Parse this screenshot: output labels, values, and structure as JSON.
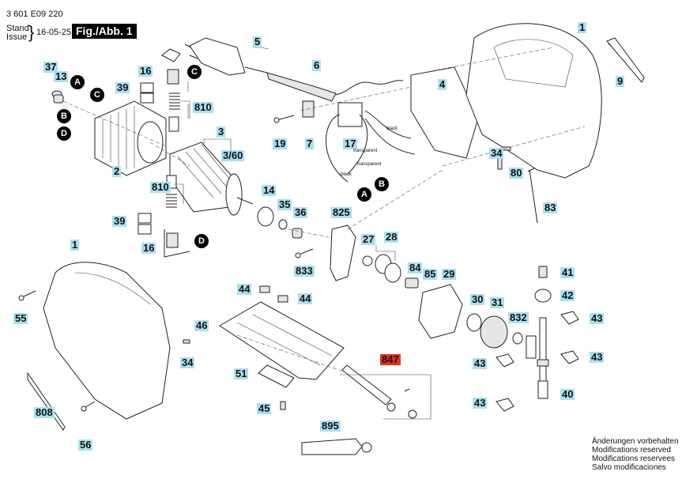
{
  "header": {
    "part_number": "3 601 E09 220",
    "stand_label": "Stand",
    "issue_label": "Issue",
    "date": "16-05-25",
    "figure_label": "Fig./Abb. 1"
  },
  "colors": {
    "label_bg": "#a9dff0",
    "highlight_bg": "#e3331e",
    "connector_bg": "#000000"
  },
  "parts": [
    {
      "id": "p1_top",
      "number": "1"
    },
    {
      "id": "p1_bottom",
      "number": "1"
    },
    {
      "id": "p2",
      "number": "2"
    },
    {
      "id": "p3",
      "number": "3"
    },
    {
      "id": "p3_60",
      "number": "3/60"
    },
    {
      "id": "p4",
      "number": "4"
    },
    {
      "id": "p5",
      "number": "5"
    },
    {
      "id": "p6",
      "number": "6"
    },
    {
      "id": "p7",
      "number": "7"
    },
    {
      "id": "p9",
      "number": "9"
    },
    {
      "id": "p13",
      "number": "13"
    },
    {
      "id": "p14",
      "number": "14"
    },
    {
      "id": "p16_top",
      "number": "16"
    },
    {
      "id": "p16_bottom",
      "number": "16"
    },
    {
      "id": "p17",
      "number": "17"
    },
    {
      "id": "p19",
      "number": "19"
    },
    {
      "id": "p27",
      "number": "27"
    },
    {
      "id": "p28",
      "number": "28"
    },
    {
      "id": "p29",
      "number": "29"
    },
    {
      "id": "p30",
      "number": "30"
    },
    {
      "id": "p31",
      "number": "31"
    },
    {
      "id": "p34_right",
      "number": "34"
    },
    {
      "id": "p34_left",
      "number": "34"
    },
    {
      "id": "p35",
      "number": "35"
    },
    {
      "id": "p36",
      "number": "36"
    },
    {
      "id": "p37",
      "number": "37"
    },
    {
      "id": "p39_top",
      "number": "39"
    },
    {
      "id": "p39_bottom",
      "number": "39"
    },
    {
      "id": "p40",
      "number": "40"
    },
    {
      "id": "p41",
      "number": "41"
    },
    {
      "id": "p42",
      "number": "42"
    },
    {
      "id": "p43_a",
      "number": "43"
    },
    {
      "id": "p43_b",
      "number": "43"
    },
    {
      "id": "p43_c",
      "number": "43"
    },
    {
      "id": "p43_d",
      "number": "43"
    },
    {
      "id": "p44_a",
      "number": "44"
    },
    {
      "id": "p44_b",
      "number": "44"
    },
    {
      "id": "p45",
      "number": "45"
    },
    {
      "id": "p46",
      "number": "46"
    },
    {
      "id": "p51",
      "number": "51"
    },
    {
      "id": "p55",
      "number": "55"
    },
    {
      "id": "p56",
      "number": "56"
    },
    {
      "id": "p80",
      "number": "80"
    },
    {
      "id": "p83",
      "number": "83"
    },
    {
      "id": "p84",
      "number": "84"
    },
    {
      "id": "p85",
      "number": "85"
    },
    {
      "id": "p808",
      "number": "808"
    },
    {
      "id": "p810_top",
      "number": "810"
    },
    {
      "id": "p810_bottom",
      "number": "810"
    },
    {
      "id": "p825",
      "number": "825"
    },
    {
      "id": "p832",
      "number": "832"
    },
    {
      "id": "p833",
      "number": "833"
    },
    {
      "id": "p847",
      "number": "847"
    },
    {
      "id": "p895",
      "number": "895"
    }
  ],
  "connectors": [
    {
      "id": "A1",
      "letter": "A"
    },
    {
      "id": "C1",
      "letter": "C"
    },
    {
      "id": "B1",
      "letter": "B"
    },
    {
      "id": "D1",
      "letter": "D"
    },
    {
      "id": "C2",
      "letter": "C"
    },
    {
      "id": "D2",
      "letter": "D"
    },
    {
      "id": "A2",
      "letter": "A"
    },
    {
      "id": "B2",
      "letter": "B"
    }
  ],
  "wire_labels": {
    "black_1": "black",
    "transparent_1": "transparent",
    "transparent_2": "transparent",
    "black_2": "black"
  },
  "notes": [
    "Änderungen vorbehalten",
    "Modifications reserved",
    "Modifications reservees",
    "Salvo modificaciones"
  ]
}
